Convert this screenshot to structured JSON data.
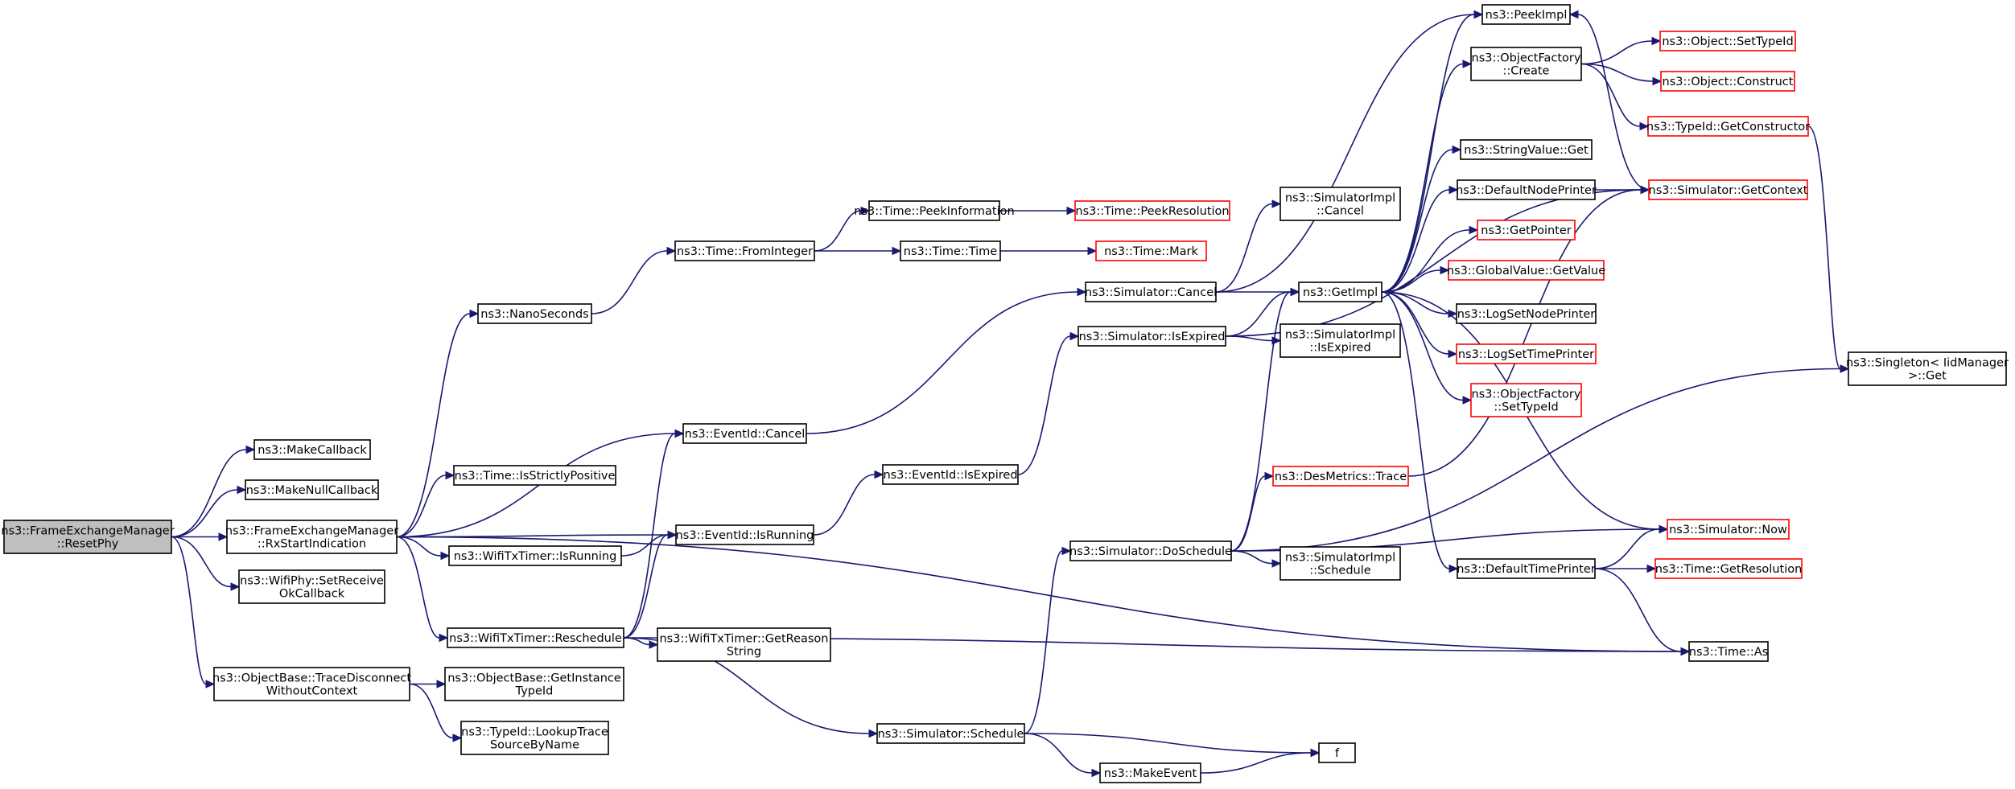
{
  "colors": {
    "edge": "#191970",
    "node_border": "#000000",
    "undocumented_border": "#ff0000",
    "root_fill": "#bfbfbf",
    "node_fill": "#ffffff"
  },
  "nodes": [
    {
      "id": "root",
      "lines": [
        "ns3::FrameExchangeManager",
        "::ResetPhy"
      ],
      "root": true
    },
    {
      "id": "makecallback",
      "lines": [
        "ns3::MakeCallback"
      ]
    },
    {
      "id": "makenullcallback",
      "lines": [
        "ns3::MakeNullCallback"
      ]
    },
    {
      "id": "rxstart",
      "lines": [
        "ns3::FrameExchangeManager",
        "::RxStartIndication"
      ]
    },
    {
      "id": "setreceiveok",
      "lines": [
        "ns3::WifiPhy::SetReceive",
        "OkCallback"
      ]
    },
    {
      "id": "tracedisconnect",
      "lines": [
        "ns3::ObjectBase::TraceDisconnect",
        "WithoutContext"
      ]
    },
    {
      "id": "nanoseconds",
      "lines": [
        "ns3::NanoSeconds"
      ]
    },
    {
      "id": "isstrictlypositive",
      "lines": [
        "ns3::Time::IsStrictlyPositive"
      ]
    },
    {
      "id": "wifitxisrunning",
      "lines": [
        "ns3::WifiTxTimer::IsRunning"
      ]
    },
    {
      "id": "reschedule",
      "lines": [
        "ns3::WifiTxTimer::Reschedule"
      ]
    },
    {
      "id": "getinstancetypeid",
      "lines": [
        "ns3::ObjectBase::GetInstance",
        "TypeId"
      ]
    },
    {
      "id": "lookuptrace",
      "lines": [
        "ns3::TypeId::LookupTrace",
        "SourceByName"
      ]
    },
    {
      "id": "frominteger",
      "lines": [
        "ns3::Time::FromInteger"
      ]
    },
    {
      "id": "eventcancel",
      "lines": [
        "ns3::EventId::Cancel"
      ]
    },
    {
      "id": "eventisrunning",
      "lines": [
        "ns3::EventId::IsRunning"
      ]
    },
    {
      "id": "getreasonstring",
      "lines": [
        "ns3::WifiTxTimer::GetReason",
        "String"
      ]
    },
    {
      "id": "peekinformation",
      "lines": [
        "ns3::Time::PeekInformation"
      ]
    },
    {
      "id": "timetime",
      "lines": [
        "ns3::Time::Time"
      ]
    },
    {
      "id": "eventisexpired",
      "lines": [
        "ns3::EventId::IsExpired"
      ]
    },
    {
      "id": "simschedule",
      "lines": [
        "ns3::Simulator::Schedule"
      ]
    },
    {
      "id": "peekresolution",
      "lines": [
        "ns3::Time::PeekResolution"
      ],
      "undocumented": true
    },
    {
      "id": "timemark",
      "lines": [
        "ns3::Time::Mark"
      ],
      "undocumented": true
    },
    {
      "id": "simcancel",
      "lines": [
        "ns3::Simulator::Cancel"
      ]
    },
    {
      "id": "simisexpired",
      "lines": [
        "ns3::Simulator::IsExpired"
      ]
    },
    {
      "id": "simdoschedule",
      "lines": [
        "ns3::Simulator::DoSchedule"
      ]
    },
    {
      "id": "makeevent",
      "lines": [
        "ns3::MakeEvent"
      ]
    },
    {
      "id": "implcancel",
      "lines": [
        "ns3::SimulatorImpl",
        "::Cancel"
      ]
    },
    {
      "id": "getimpl",
      "lines": [
        "ns3::GetImpl"
      ]
    },
    {
      "id": "implisexpired",
      "lines": [
        "ns3::SimulatorImpl",
        "::IsExpired"
      ]
    },
    {
      "id": "desmetrics",
      "lines": [
        "ns3::DesMetrics::Trace"
      ],
      "undocumented": true
    },
    {
      "id": "implschedule",
      "lines": [
        "ns3::SimulatorImpl",
        "::Schedule"
      ]
    },
    {
      "id": "f",
      "lines": [
        "f"
      ]
    },
    {
      "id": "peekimpl",
      "lines": [
        "ns3::PeekImpl"
      ]
    },
    {
      "id": "factorycreate",
      "lines": [
        "ns3::ObjectFactory",
        "::Create"
      ]
    },
    {
      "id": "stringvalueget",
      "lines": [
        "ns3::StringValue::Get"
      ]
    },
    {
      "id": "defaultnodeprinter",
      "lines": [
        "ns3::DefaultNodePrinter"
      ]
    },
    {
      "id": "getpointer",
      "lines": [
        "ns3::GetPointer"
      ],
      "undocumented": true
    },
    {
      "id": "globalvalue",
      "lines": [
        "ns3::GlobalValue::GetValue"
      ],
      "undocumented": true
    },
    {
      "id": "logsetnodeprinter",
      "lines": [
        "ns3::LogSetNodePrinter"
      ]
    },
    {
      "id": "logsettimeprinter",
      "lines": [
        "ns3::LogSetTimePrinter"
      ],
      "undocumented": true
    },
    {
      "id": "factorysettypeid",
      "lines": [
        "ns3::ObjectFactory",
        "::SetTypeId"
      ],
      "undocumented": true
    },
    {
      "id": "defaulttimeprinter",
      "lines": [
        "ns3::DefaultTimePrinter"
      ]
    },
    {
      "id": "objsettypeid",
      "lines": [
        "ns3::Object::SetTypeId"
      ],
      "undocumented": true
    },
    {
      "id": "objconstruct",
      "lines": [
        "ns3::Object::Construct"
      ],
      "undocumented": true
    },
    {
      "id": "getconstructor",
      "lines": [
        "ns3::TypeId::GetConstructor"
      ],
      "undocumented": true
    },
    {
      "id": "getcontext",
      "lines": [
        "ns3::Simulator::GetContext"
      ],
      "undocumented": true
    },
    {
      "id": "simnow",
      "lines": [
        "ns3::Simulator::Now"
      ],
      "undocumented": true
    },
    {
      "id": "getresolution",
      "lines": [
        "ns3::Time::GetResolution"
      ],
      "undocumented": true
    },
    {
      "id": "timeas",
      "lines": [
        "ns3::Time::As"
      ]
    },
    {
      "id": "singletonget",
      "lines": [
        "ns3::Singleton< IidManager",
        ">::Get"
      ]
    }
  ],
  "edges": [
    [
      "root",
      "makecallback"
    ],
    [
      "root",
      "makenullcallback"
    ],
    [
      "root",
      "rxstart"
    ],
    [
      "root",
      "setreceiveok"
    ],
    [
      "root",
      "tracedisconnect"
    ],
    [
      "rxstart",
      "nanoseconds"
    ],
    [
      "rxstart",
      "eventcancel"
    ],
    [
      "rxstart",
      "isstrictlypositive"
    ],
    [
      "rxstart",
      "eventisrunning"
    ],
    [
      "rxstart",
      "wifitxisrunning"
    ],
    [
      "rxstart",
      "reschedule"
    ],
    [
      "rxstart",
      "timeas"
    ],
    [
      "tracedisconnect",
      "getinstancetypeid"
    ],
    [
      "tracedisconnect",
      "lookuptrace"
    ],
    [
      "nanoseconds",
      "frominteger"
    ],
    [
      "frominteger",
      "peekinformation"
    ],
    [
      "frominteger",
      "timetime"
    ],
    [
      "peekinformation",
      "peekresolution"
    ],
    [
      "timetime",
      "timemark"
    ],
    [
      "eventcancel",
      "simcancel"
    ],
    [
      "wifitxisrunning",
      "eventisrunning"
    ],
    [
      "eventisrunning",
      "eventisexpired"
    ],
    [
      "eventisexpired",
      "simisexpired"
    ],
    [
      "reschedule",
      "eventcancel"
    ],
    [
      "reschedule",
      "eventisrunning"
    ],
    [
      "reschedule",
      "getreasonstring"
    ],
    [
      "reschedule",
      "simschedule"
    ],
    [
      "reschedule",
      "timeas"
    ],
    [
      "simcancel",
      "getimpl"
    ],
    [
      "simcancel",
      "implcancel"
    ],
    [
      "simcancel",
      "peekimpl"
    ],
    [
      "simisexpired",
      "getimpl"
    ],
    [
      "simisexpired",
      "implisexpired"
    ],
    [
      "simisexpired",
      "getcontext"
    ],
    [
      "simschedule",
      "simdoschedule"
    ],
    [
      "simschedule",
      "makeevent"
    ],
    [
      "simschedule",
      "f"
    ],
    [
      "makeevent",
      "f"
    ],
    [
      "simdoschedule",
      "getimpl"
    ],
    [
      "simdoschedule",
      "desmetrics"
    ],
    [
      "simdoschedule",
      "implschedule"
    ],
    [
      "simdoschedule",
      "simnow"
    ],
    [
      "simdoschedule",
      "singletonget"
    ],
    [
      "desmetrics",
      "getcontext"
    ],
    [
      "getimpl",
      "peekimpl"
    ],
    [
      "getimpl",
      "factorycreate"
    ],
    [
      "getimpl",
      "stringvalueget"
    ],
    [
      "getimpl",
      "defaultnodeprinter"
    ],
    [
      "getimpl",
      "getpointer"
    ],
    [
      "getimpl",
      "globalvalue"
    ],
    [
      "getimpl",
      "logsetnodeprinter"
    ],
    [
      "getimpl",
      "logsettimeprinter"
    ],
    [
      "getimpl",
      "factorysettypeid"
    ],
    [
      "getimpl",
      "defaulttimeprinter"
    ],
    [
      "getimpl",
      "simnow"
    ],
    [
      "factorycreate",
      "objsettypeid"
    ],
    [
      "factorycreate",
      "objconstruct"
    ],
    [
      "factorycreate",
      "getconstructor"
    ],
    [
      "defaultnodeprinter",
      "getcontext"
    ],
    [
      "getconstructor",
      "singletonget"
    ],
    [
      "getcontext",
      "peekimpl"
    ],
    [
      "defaulttimeprinter",
      "simnow"
    ],
    [
      "defaulttimeprinter",
      "getresolution"
    ],
    [
      "defaulttimeprinter",
      "timeas"
    ]
  ]
}
